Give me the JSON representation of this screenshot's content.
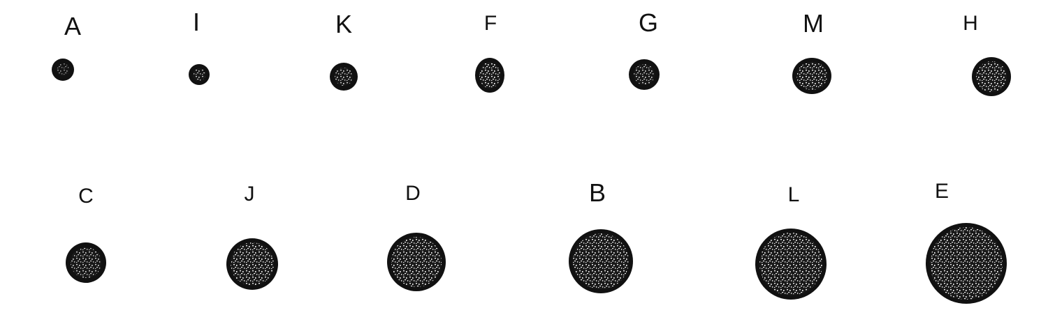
{
  "labels": {
    "A": "A",
    "I": "I",
    "K": "K",
    "F": "F",
    "G": "G",
    "M": "M",
    "H": "H",
    "C": "C",
    "J": "J",
    "D": "D",
    "B": "B",
    "L": "L",
    "E": "E"
  },
  "colors": {
    "ink": "#111111",
    "speckle": "#f2f2f2",
    "background": "#ffffff"
  }
}
